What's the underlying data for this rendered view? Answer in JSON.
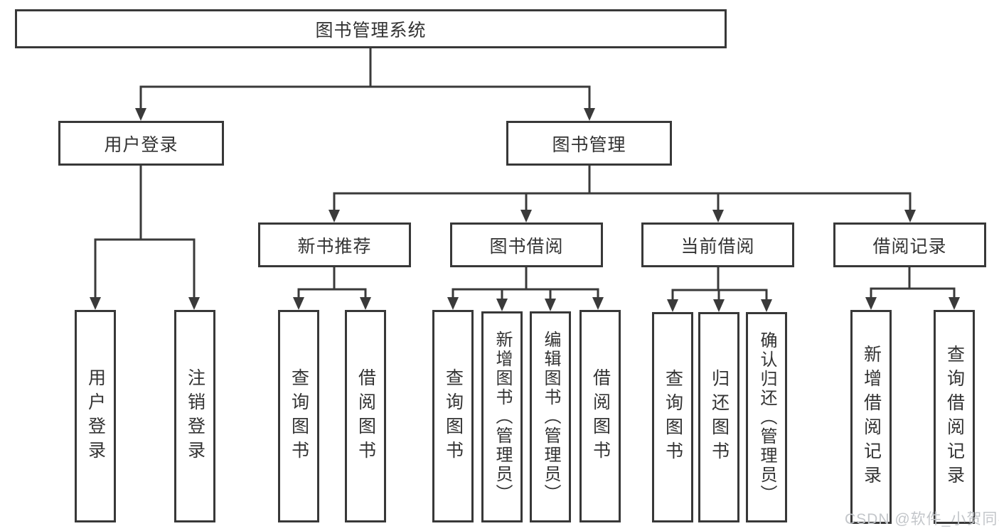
{
  "diagram_title": "图书管理系统",
  "tree": {
    "label": "图书管理系统",
    "children": [
      {
        "label": "用户登录",
        "children": [
          {
            "label": "用户登录"
          },
          {
            "label": "注销登录"
          }
        ]
      },
      {
        "label": "图书管理",
        "children": [
          {
            "label": "新书推荐",
            "children": [
              {
                "label": "查询图书"
              },
              {
                "label": "借阅图书"
              }
            ]
          },
          {
            "label": "图书借阅",
            "children": [
              {
                "label": "查询图书"
              },
              {
                "label": "新增图书（管理员）"
              },
              {
                "label": "编辑图书（管理员）"
              },
              {
                "label": "借阅图书"
              }
            ]
          },
          {
            "label": "当前借阅",
            "children": [
              {
                "label": "查询图书"
              },
              {
                "label": "归还图书"
              },
              {
                "label": "确认归还（管理员）"
              }
            ]
          },
          {
            "label": "借阅记录",
            "children": [
              {
                "label": "新增借阅记录"
              },
              {
                "label": "查询借阅记录"
              }
            ]
          }
        ]
      }
    ]
  },
  "watermark": "CSDN @软件_小贺同学",
  "colors": {
    "line": "#3a3a3a",
    "border": "#383838",
    "text": "#333333",
    "background": "#ffffff",
    "watermark": "#c3c6ca"
  }
}
